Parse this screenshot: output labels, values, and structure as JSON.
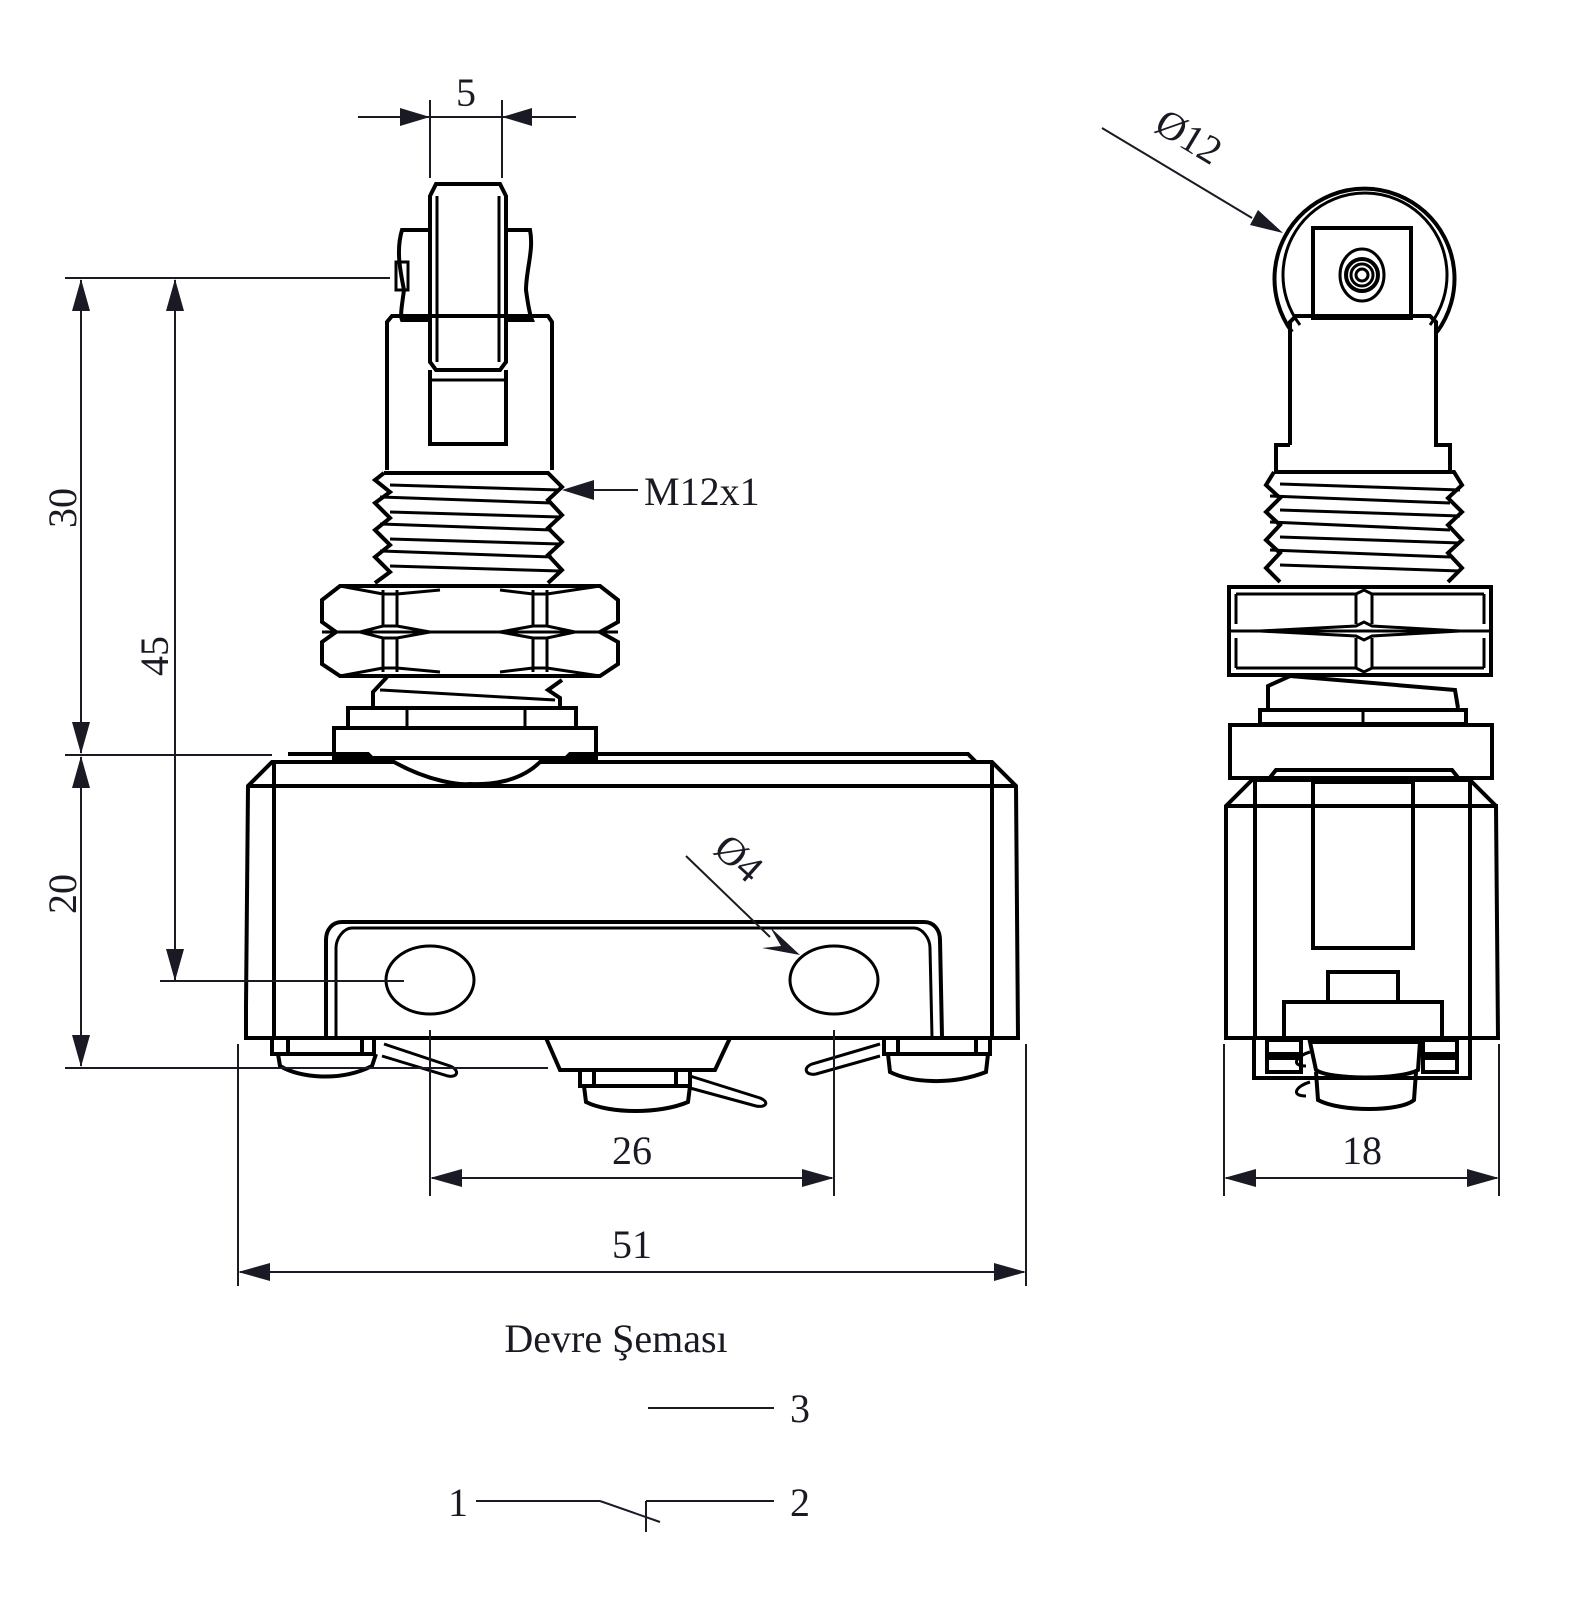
{
  "drawing": {
    "views": [
      "front-view",
      "side-view"
    ],
    "line_color": "#000000",
    "annotation_color": "#1a1a24"
  },
  "dimensions": {
    "roller_width": "5",
    "roller_diameter": "Ø12",
    "thread": "M12x1",
    "height_actuator": "30",
    "height_total": "45",
    "height_body": "20",
    "hole_diameter": "Ø4",
    "hole_spacing": "26",
    "body_width": "51",
    "body_depth": "18"
  },
  "circuit": {
    "title": "Devre Şeması",
    "terminals": {
      "nc": "3",
      "com": "1",
      "no": "2"
    }
  }
}
